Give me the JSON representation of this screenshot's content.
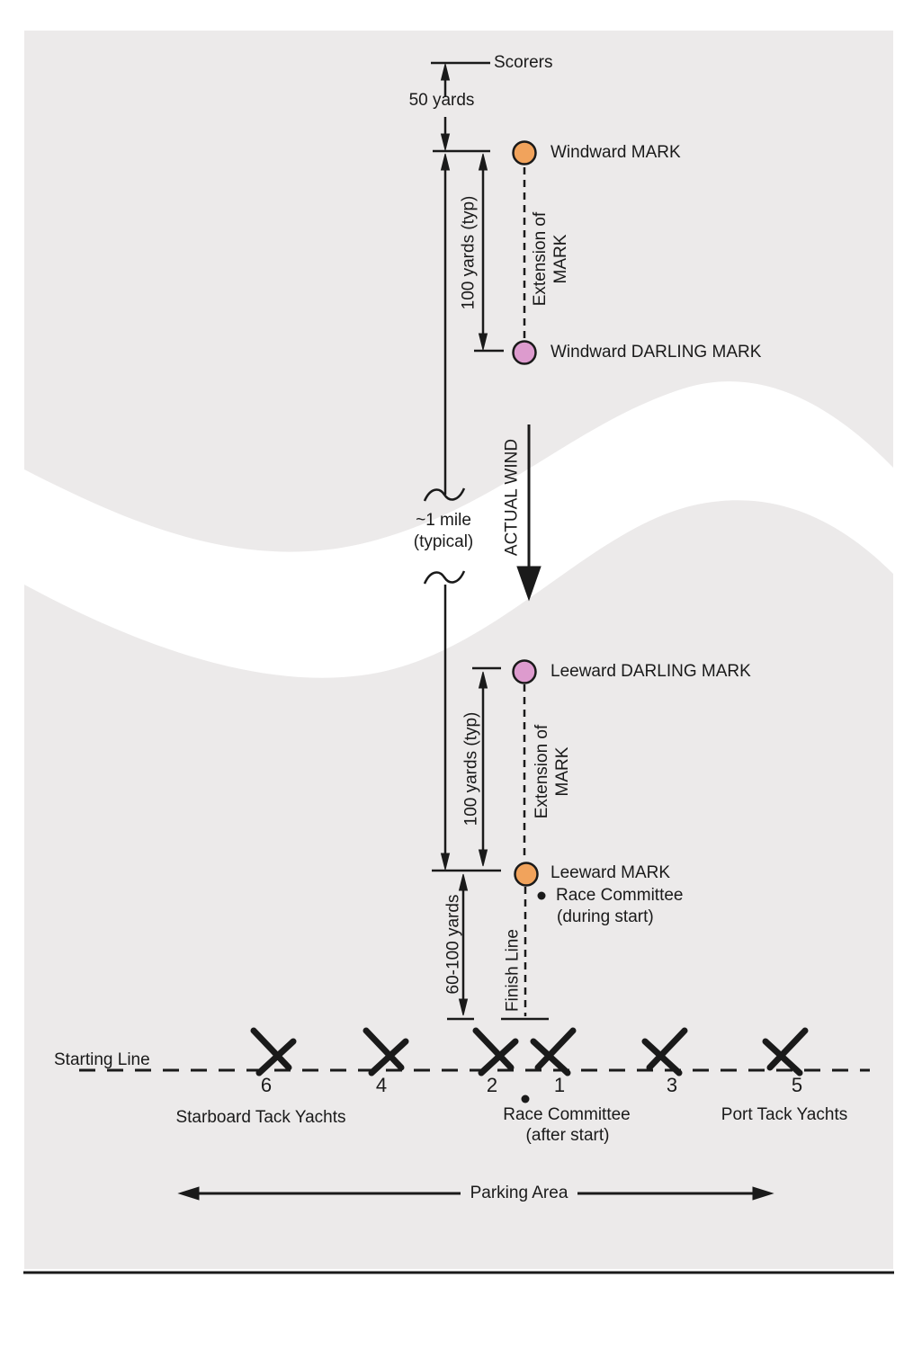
{
  "colors": {
    "panel_background": "#ECEAEA",
    "wave_band": "#FFFFFF",
    "mark_buoy": "#F1A35C",
    "darling_buoy": "#DD9BCE",
    "line_ink": "#1A1A1A"
  },
  "scorers": {
    "label": "Scorers",
    "distance": "50 yards"
  },
  "windward": {
    "mark": "Windward MARK",
    "darling": "Windward DARLING MARK",
    "spacing": "100 yards (typ)",
    "extension_line1": "Extension of",
    "extension_line2": "MARK"
  },
  "course": {
    "length_line1": "~1 mile",
    "length_line2": "(typical)",
    "wind": "ACTUAL WIND"
  },
  "leeward": {
    "darling": "Leeward DARLING MARK",
    "mark": "Leeward MARK",
    "spacing": "100 yards (typ)",
    "extension_line1": "Extension of",
    "extension_line2": "MARK",
    "race_committee_line1": "Race Committee",
    "race_committee_line2": "(during start)",
    "start_distance": "60-100 yards",
    "finish_line": "Finish Line"
  },
  "start": {
    "label": "Starting Line",
    "starboard_group": "Starboard Tack Yachts",
    "port_group": "Port Tack Yachts",
    "race_committee_line1": "Race Committee",
    "race_committee_line2": "(after start)",
    "yachts": [
      {
        "number": "6",
        "tack": "starboard"
      },
      {
        "number": "4",
        "tack": "starboard"
      },
      {
        "number": "2",
        "tack": "starboard"
      },
      {
        "number": "1",
        "tack": "port"
      },
      {
        "number": "3",
        "tack": "port"
      },
      {
        "number": "5",
        "tack": "port"
      }
    ]
  },
  "parking": {
    "label": "Parking Area"
  }
}
